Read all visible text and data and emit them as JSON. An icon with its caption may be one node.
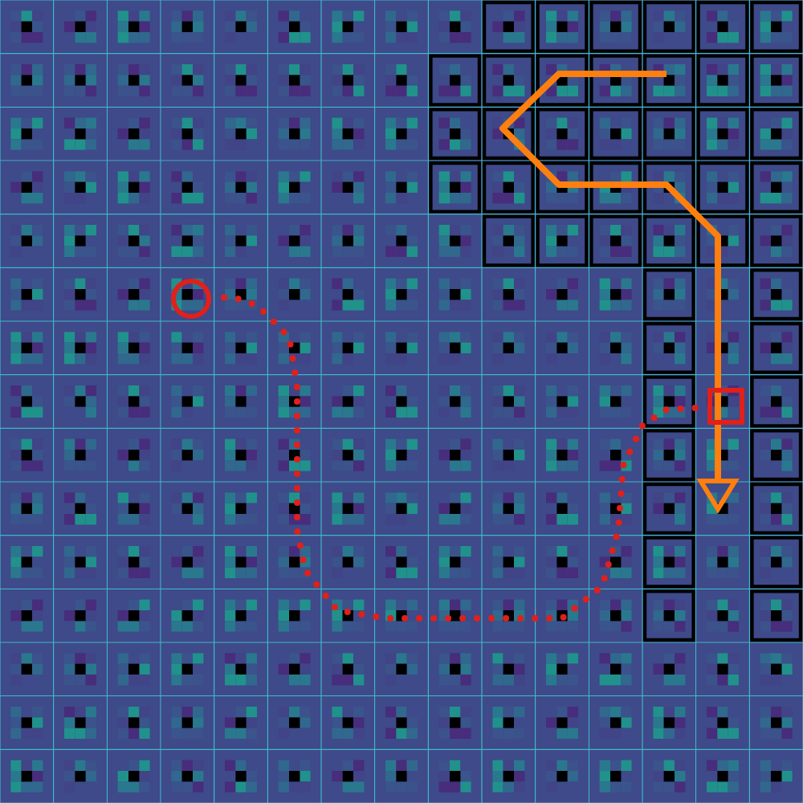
{
  "diagram": {
    "nodes": [
      {
        "text": [],
        "shape": "circle"
      },
      {
        "text": [],
        "shape": "box"
      }
    ],
    "edges": [
      {
        "from": 0,
        "to": 1,
        "arrow": "none",
        "style": "dashed"
      }
    ]
  }
}
